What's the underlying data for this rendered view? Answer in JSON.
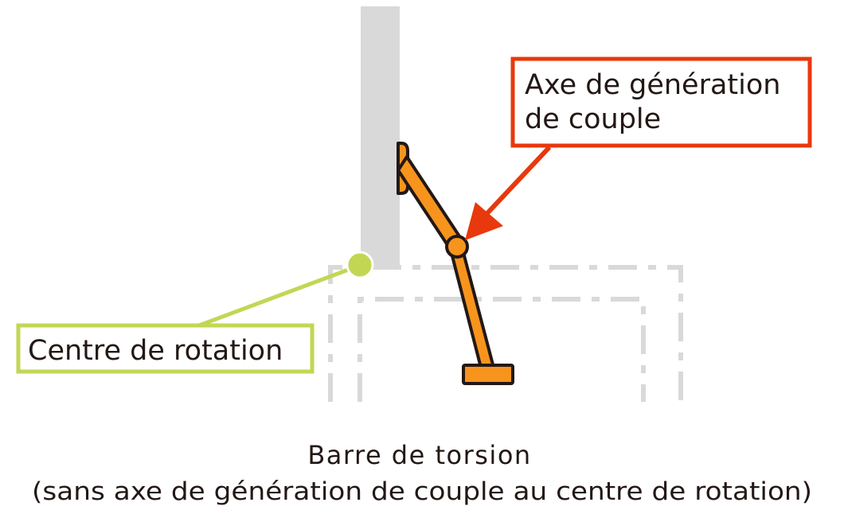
{
  "labels": {
    "torque_axis": [
      "Axe de génération",
      "de couple"
    ],
    "rotation_center": "Centre de rotation"
  },
  "caption": {
    "line1": "Barre de torsion",
    "line2": "(sans axe de génération de couple au centre de rotation)"
  },
  "colors": {
    "arm": "#f7941d",
    "outline": "#231815",
    "callout_red": "#e8380d",
    "callout_green": "#c3d654",
    "body_gray": "#d9d9d9"
  }
}
